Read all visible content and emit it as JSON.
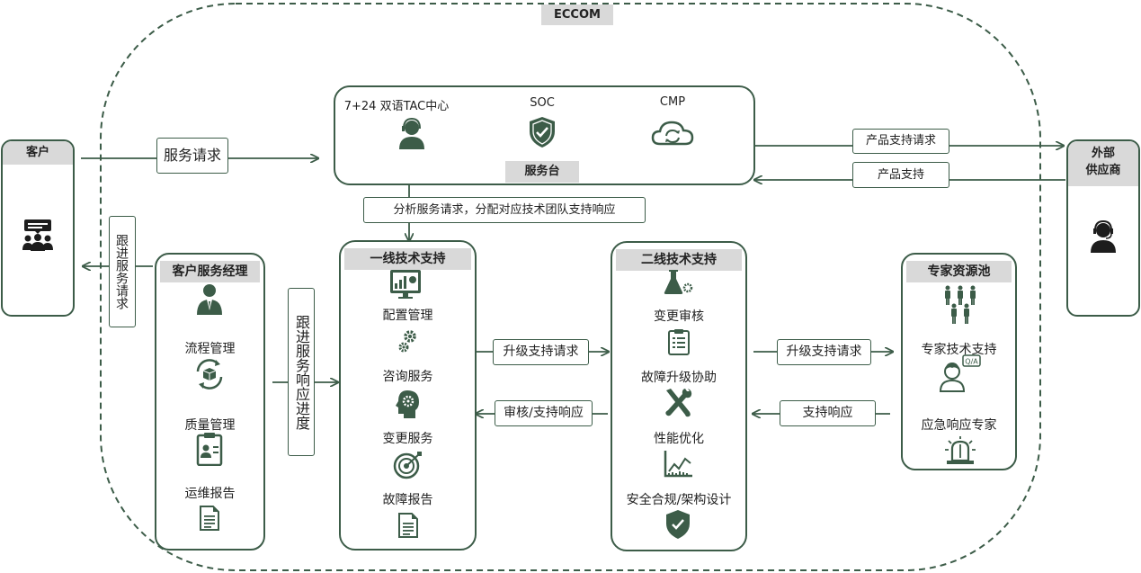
{
  "diagram": {
    "eccom_label": "ECCOM",
    "customer": {
      "title": "客户"
    },
    "vendor": {
      "title": "外部\n供应商"
    },
    "service_desk": {
      "label": "服务台",
      "items": [
        "7+24 双语TAC中心",
        "SOC",
        "CMP"
      ]
    },
    "edges": {
      "service_request": "服务请求",
      "product_support_request": "产品支持请求",
      "product_support": "产品支持",
      "analyze": "分析服务请求，分配对应技术团队支持响应",
      "follow_up_request": "跟进服务请求",
      "follow_up_progress": "跟进服务响应进度",
      "escalate_1": "升级支持请求",
      "review_response": "审核/支持响应",
      "escalate_2": "升级支持请求",
      "support_response": "支持响应"
    },
    "csm": {
      "title": "客户服务经理",
      "items": [
        "流程管理",
        "质量管理",
        "运维报告"
      ]
    },
    "tier1": {
      "title": "一线技术支持",
      "items": [
        "配置管理",
        "咨询服务",
        "变更服务",
        "故障报告"
      ]
    },
    "tier2": {
      "title": "二线技术支持",
      "items": [
        "变更审核",
        "故障升级协助",
        "性能优化",
        "安全合规/架构设计"
      ]
    },
    "experts": {
      "title": "专家资源池",
      "items": [
        "专家技术支持",
        "应急响应专家"
      ]
    }
  },
  "colors": {
    "primary": "#3c5c48",
    "header_gray": "#d9d9d9"
  },
  "icons": [
    "support-agent-icon",
    "shield-check-icon",
    "cloud-sync-icon",
    "meeting-icon",
    "headset-user-icon",
    "manager-icon",
    "cycle-box-icon",
    "clipboard-icon",
    "document-icon",
    "dashboard-icon",
    "gears-icon",
    "brain-gear-icon",
    "target-icon",
    "flask-gear-icon",
    "checklist-icon",
    "tools-icon",
    "chart-icon",
    "shield-icon",
    "team-icon",
    "qa-person-icon",
    "siren-icon"
  ]
}
